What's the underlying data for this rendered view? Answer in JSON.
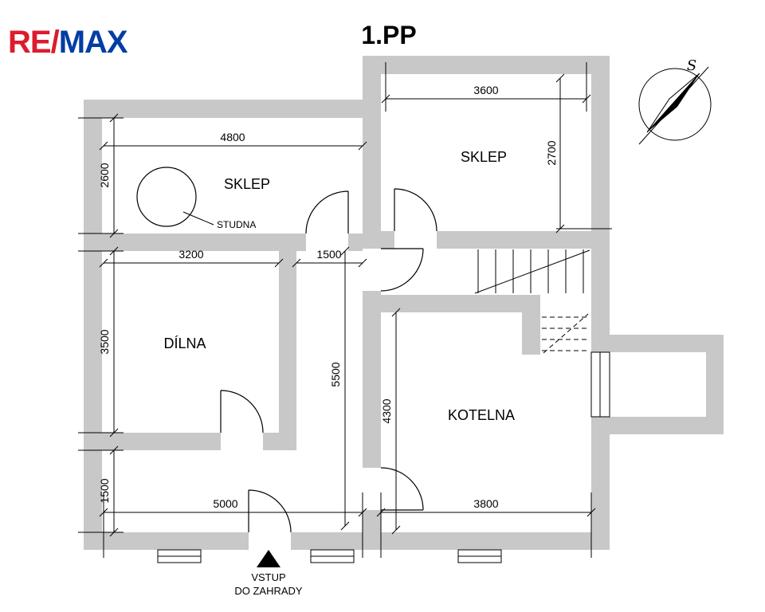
{
  "page": {
    "title": "1.PP"
  },
  "logo": {
    "re": "RE",
    "slash": "/",
    "max": "MAX"
  },
  "compass": {
    "north_label": "S"
  },
  "rooms": {
    "sklep_left": {
      "label": "SKLEP"
    },
    "sklep_right": {
      "label": "SKLEP"
    },
    "dilna": {
      "label": "DÍLNA"
    },
    "kotelna": {
      "label": "KOTELNA"
    },
    "studna": {
      "label": "STUDNA"
    }
  },
  "dimensions": {
    "sklep_left_width_mm": "4800",
    "sklep_left_depth_mm": "2600",
    "sklep_right_width_mm": "3600",
    "sklep_right_depth_mm": "2700",
    "dilna_width_mm": "3200",
    "hall_width_mm": "1500",
    "dilna_depth_mm": "3500",
    "hall_length_mm": "5500",
    "kotelna_depth_mm": "4300",
    "bottom_hall_depth_mm": "1500",
    "bottom_left_width_mm": "5000",
    "bottom_right_width_mm": "3800"
  },
  "entrance": {
    "line1": "VSTUP",
    "line2": "DO ZAHRADY"
  },
  "colors": {
    "wall": "#c8c8c8",
    "line": "#000000",
    "logo_red": "#dc1c2e",
    "logo_blue": "#003da5"
  }
}
